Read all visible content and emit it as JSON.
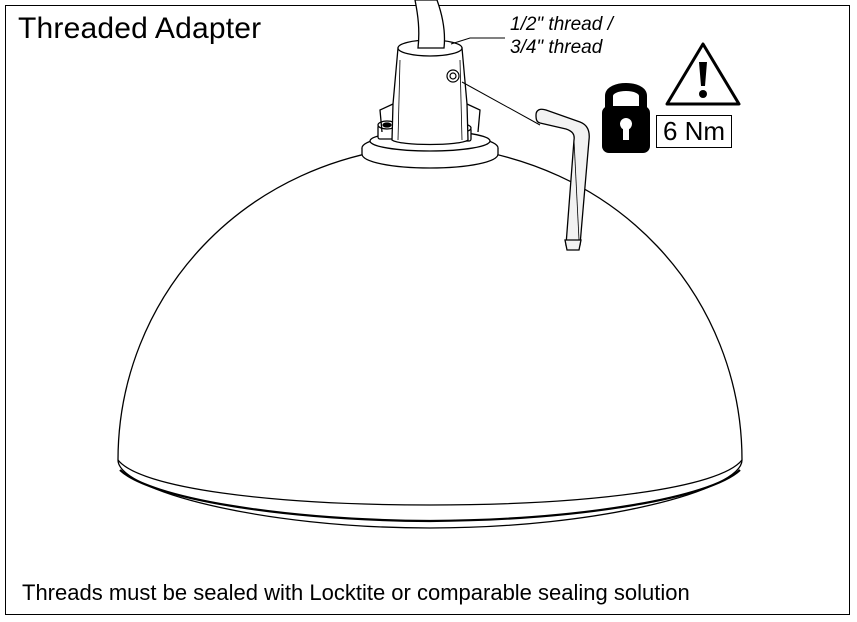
{
  "title": "Threaded Adapter",
  "thread_label": {
    "line1": "1/2\" thread /",
    "line2": "3/4\" thread"
  },
  "torque": "6 Nm",
  "icons": {
    "warning": "warning-triangle-icon",
    "lock": "padlock-icon",
    "tool": "hex-key-icon"
  },
  "note": "Threads must be sealed with Locktite or comparable sealing solution"
}
